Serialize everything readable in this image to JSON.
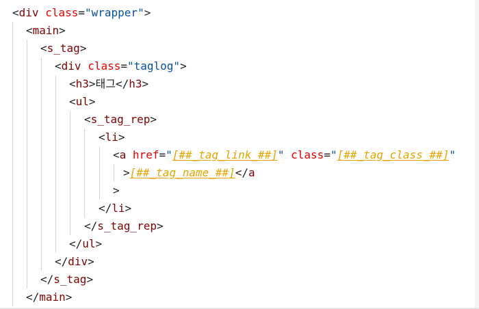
{
  "editor": {
    "lines": [
      [
        {
          "t": "punc",
          "v": "<"
        },
        {
          "t": "tag",
          "v": "div"
        },
        {
          "t": "punc",
          "v": " "
        },
        {
          "t": "attr",
          "v": "class"
        },
        {
          "t": "punc",
          "v": "="
        },
        {
          "t": "val",
          "v": "\"wrapper\""
        },
        {
          "t": "punc",
          "v": ">"
        }
      ],
      [
        {
          "t": "punc",
          "v": "<"
        },
        {
          "t": "tag",
          "v": "main"
        },
        {
          "t": "punc",
          "v": ">"
        }
      ],
      [
        {
          "t": "punc",
          "v": "<"
        },
        {
          "t": "tag",
          "v": "s_tag"
        },
        {
          "t": "punc",
          "v": ">"
        }
      ],
      [
        {
          "t": "punc",
          "v": "<"
        },
        {
          "t": "tag",
          "v": "div"
        },
        {
          "t": "punc",
          "v": " "
        },
        {
          "t": "attr",
          "v": "class"
        },
        {
          "t": "punc",
          "v": "="
        },
        {
          "t": "val",
          "v": "\"taglog\""
        },
        {
          "t": "punc",
          "v": ">"
        }
      ],
      [
        {
          "t": "punc",
          "v": "<"
        },
        {
          "t": "tag",
          "v": "h3"
        },
        {
          "t": "punc",
          "v": ">"
        },
        {
          "t": "text",
          "v": "태그"
        },
        {
          "t": "punc",
          "v": "</"
        },
        {
          "t": "tag",
          "v": "h3"
        },
        {
          "t": "punc",
          "v": ">"
        }
      ],
      [
        {
          "t": "punc",
          "v": "<"
        },
        {
          "t": "tag",
          "v": "ul"
        },
        {
          "t": "punc",
          "v": ">"
        }
      ],
      [
        {
          "t": "punc",
          "v": "<"
        },
        {
          "t": "tag",
          "v": "s_tag_rep"
        },
        {
          "t": "punc",
          "v": ">"
        }
      ],
      [
        {
          "t": "punc",
          "v": "<"
        },
        {
          "t": "tag",
          "v": "li"
        },
        {
          "t": "punc",
          "v": ">"
        }
      ],
      [
        {
          "t": "punc",
          "v": "<"
        },
        {
          "t": "tag",
          "v": "a"
        },
        {
          "t": "punc",
          "v": " "
        },
        {
          "t": "attr",
          "v": "href"
        },
        {
          "t": "punc",
          "v": "="
        },
        {
          "t": "val",
          "v": "\""
        },
        {
          "t": "ph",
          "v": "[##_tag_link_##]"
        },
        {
          "t": "val",
          "v": "\""
        },
        {
          "t": "punc",
          "v": " "
        },
        {
          "t": "attr",
          "v": "class"
        },
        {
          "t": "punc",
          "v": "="
        },
        {
          "t": "val",
          "v": "\""
        },
        {
          "t": "ph",
          "v": "[##_tag_class_##]"
        },
        {
          "t": "val",
          "v": "\""
        }
      ],
      [
        {
          "t": "punc",
          "v": ">"
        },
        {
          "t": "ph",
          "v": "[##_tag_name_##]"
        },
        {
          "t": "punc",
          "v": "</"
        },
        {
          "t": "tag",
          "v": "a"
        }
      ],
      [
        {
          "t": "punc",
          "v": ">"
        }
      ],
      [
        {
          "t": "punc",
          "v": "</"
        },
        {
          "t": "tag",
          "v": "li"
        },
        {
          "t": "punc",
          "v": ">"
        }
      ],
      [
        {
          "t": "punc",
          "v": "</"
        },
        {
          "t": "tag",
          "v": "s_tag_rep"
        },
        {
          "t": "punc",
          "v": ">"
        }
      ],
      [
        {
          "t": "punc",
          "v": "</"
        },
        {
          "t": "tag",
          "v": "ul"
        },
        {
          "t": "punc",
          "v": ">"
        }
      ],
      [
        {
          "t": "punc",
          "v": "</"
        },
        {
          "t": "tag",
          "v": "div"
        },
        {
          "t": "punc",
          "v": ">"
        }
      ],
      [
        {
          "t": "punc",
          "v": "</"
        },
        {
          "t": "tag",
          "v": "s_tag"
        },
        {
          "t": "punc",
          "v": ">"
        }
      ],
      [
        {
          "t": "punc",
          "v": "</"
        },
        {
          "t": "tag",
          "v": "main"
        },
        {
          "t": "punc",
          "v": ">"
        }
      ]
    ],
    "colors": {
      "background": "#ffffff",
      "punctuation": "#1f1f1f",
      "tag_name": "#800000",
      "attribute_name": "#e50000",
      "attribute_value": "#0451a5",
      "placeholder": "#e6a400",
      "indent_guide": "#d4d4d4"
    }
  }
}
